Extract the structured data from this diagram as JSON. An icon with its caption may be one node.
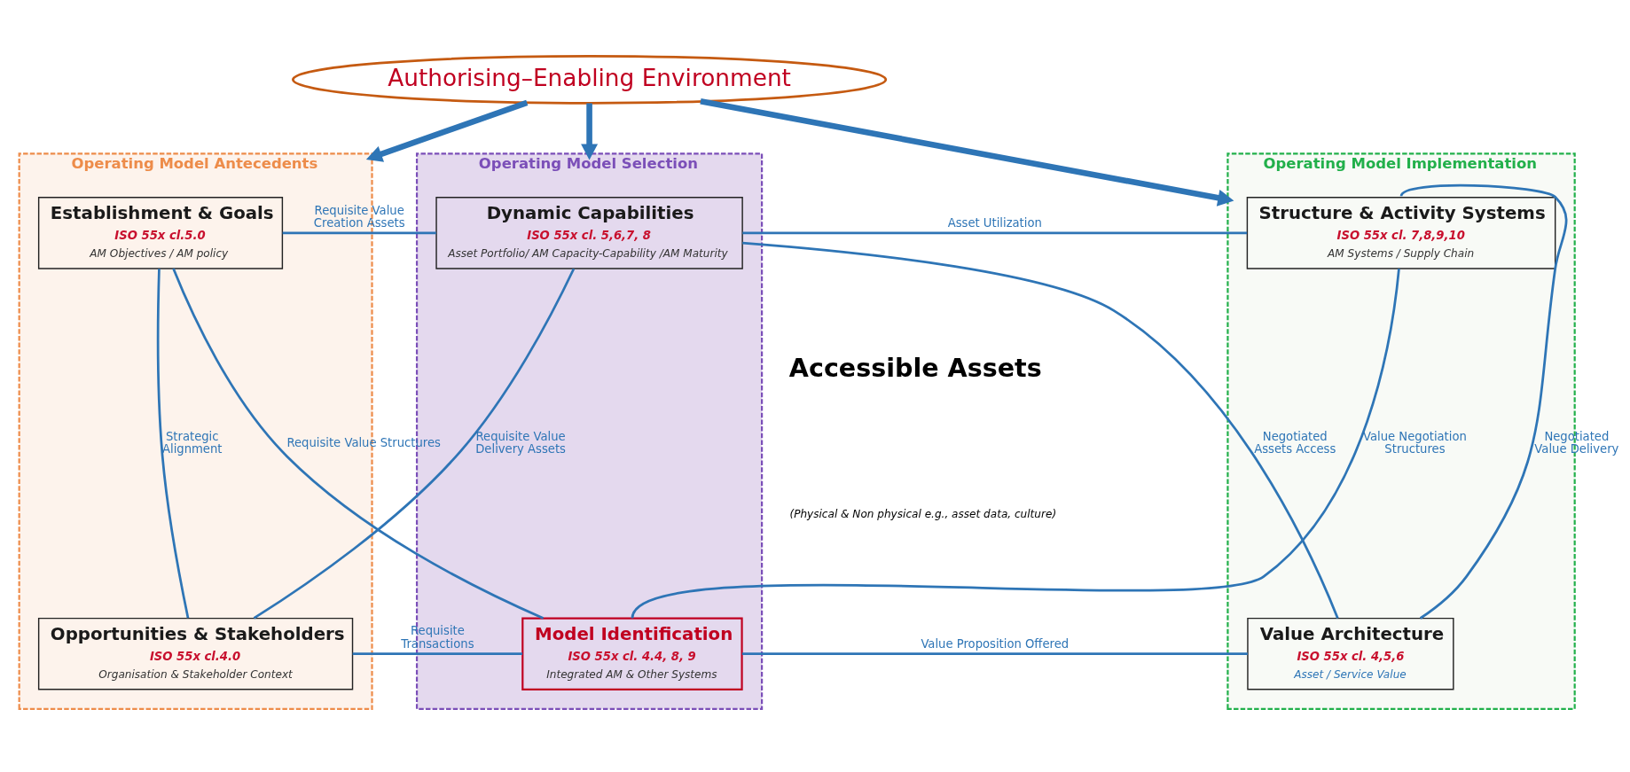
{
  "diagram": {
    "nodes": [
      {
        "text": [
          "Authorising–Enabling Environment"
        ]
      },
      {
        "text": [
          "Operating Model Antecedents"
        ]
      },
      {
        "text": [
          "Establishment & Goals",
          "ISO 55x cl.5.0",
          "AM Objectives / AM policy"
        ],
        "in": 1
      },
      {
        "text": [
          "Opportunities & Stakeholders",
          "ISO 55x cl.4.0",
          "Organisation & Stakeholder Context"
        ],
        "in": 1
      },
      {
        "text": [
          "Operating Model Selection"
        ]
      },
      {
        "text": [
          "Dynamic Capabilities",
          "ISO 55x cl. 5,6,7, 8",
          "Asset Portfolio/ AM Capacity-Capability /AM Maturity"
        ],
        "in": 4
      },
      {
        "text": [
          "Model Identification",
          "ISO 55x cl. 4.4, 8, 9",
          "Integrated AM & Other Systems"
        ],
        "in": 4
      },
      {
        "text": [
          "Operating Model Implementation"
        ]
      },
      {
        "text": [
          "Structure & Activity Systems",
          "ISO 55x cl. 7,8,9,10",
          "AM Systems / Supply Chain"
        ],
        "in": 7
      },
      {
        "text": [
          "Value Architecture",
          "ISO 55x cl. 4,5,6",
          "Asset / Service Value"
        ],
        "in": 7
      }
    ],
    "edges": [
      {
        "from": 0,
        "to": 1,
        "arrow": "to",
        "style": "thick"
      },
      {
        "from": 0,
        "to": 4,
        "arrow": "to",
        "style": "thick"
      },
      {
        "from": 0,
        "to": 7,
        "arrow": "to",
        "style": "thick"
      },
      {
        "from": 2,
        "to": 5,
        "arrow": "none",
        "label": "Requisite Value Creation Assets"
      },
      {
        "from": 5,
        "to": 8,
        "arrow": "none",
        "label": "Asset Utilization"
      },
      {
        "from": 2,
        "to": 6,
        "arrow": "none",
        "label": "Requisite Value Structures"
      },
      {
        "from": 2,
        "to": 3,
        "arrow": "none",
        "label": "Strategic Alignment"
      },
      {
        "from": 3,
        "to": 5,
        "arrow": "none",
        "label": "Requisite Value Delivery Assets"
      },
      {
        "from": 6,
        "to": 8,
        "arrow": "none",
        "label": "Value Negotiation Structures"
      },
      {
        "from": 8,
        "to": 9,
        "arrow": "none",
        "label": "Negotiated Value Delivery"
      },
      {
        "from": 5,
        "to": 9,
        "arrow": "none",
        "label": "Negotiated Assets Access"
      },
      {
        "from": 3,
        "to": 6,
        "arrow": "none",
        "label": "Requisite Transactions"
      },
      {
        "from": 6,
        "to": 9,
        "arrow": "none",
        "label": "Value Proposition Offered"
      }
    ],
    "labels": [
      "Accessible Assets",
      "(Physical & Non physical e.g., asset data, culture)"
    ]
  }
}
